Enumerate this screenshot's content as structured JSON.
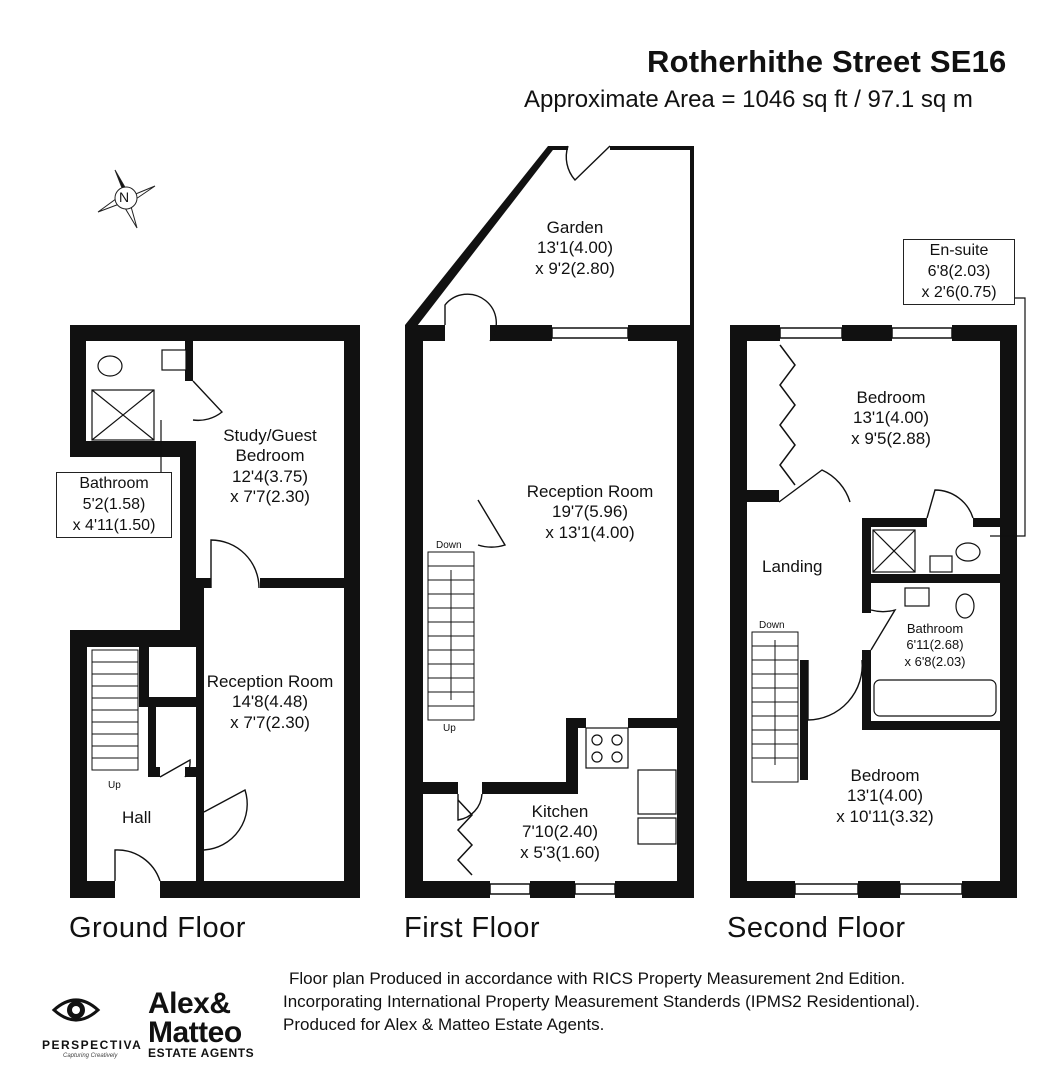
{
  "header": {
    "title": "Rotherhithe Street SE16",
    "subtitle": "Approximate Area = 1046 sq ft / 97.1 sq m"
  },
  "compass": {
    "label": "N",
    "icon": "north-arrow-icon"
  },
  "floors": {
    "ground": {
      "label": "Ground Floor",
      "rooms": {
        "bathroom": {
          "name": "Bathroom",
          "dim1": "5'2(1.58)",
          "dim2": "x 4'11(1.50)"
        },
        "study": {
          "name1": "Study/Guest",
          "name2": "Bedroom",
          "dim1": "12'4(3.75)",
          "dim2": "x 7'7(2.30)"
        },
        "reception": {
          "name": "Reception Room",
          "dim1": "14'8(4.48)",
          "dim2": "x 7'7(2.30)"
        },
        "hall": {
          "name": "Hall"
        }
      },
      "stairs_label": "Up"
    },
    "first": {
      "label": "First Floor",
      "rooms": {
        "garden": {
          "name": "Garden",
          "dim1": "13'1(4.00)",
          "dim2": "x 9'2(2.80)"
        },
        "reception": {
          "name": "Reception Room",
          "dim1": "19'7(5.96)",
          "dim2": "x 13'1(4.00)"
        },
        "kitchen": {
          "name": "Kitchen",
          "dim1": "7'10(2.40)",
          "dim2": "x 5'3(1.60)"
        }
      },
      "stairs_down": "Down",
      "stairs_up": "Up"
    },
    "second": {
      "label": "Second Floor",
      "rooms": {
        "ensuite": {
          "name": "En-suite",
          "dim1": "6'8(2.03)",
          "dim2": "x 2'6(0.75)"
        },
        "bedroom1": {
          "name": "Bedroom",
          "dim1": "13'1(4.00)",
          "dim2": "x 9'5(2.88)"
        },
        "landing": {
          "name": "Landing"
        },
        "bathroom": {
          "name": "Bathroom",
          "dim1": "6'11(2.68)",
          "dim2": "x 6'8(2.03)"
        },
        "bedroom2": {
          "name": "Bedroom",
          "dim1": "13'1(4.00)",
          "dim2": "x 10'11(3.32)"
        }
      },
      "stairs_down": "Down"
    }
  },
  "footer": {
    "line1": "Floor plan Produced in accordance with RICS Property Measurement 2nd Edition.",
    "line2": "Incorporating International Property Measurement Standerds (IPMS2  Residentional).",
    "line3": "Produced for Alex & Matteo Estate Agents."
  },
  "branding": {
    "perspectiva": "PERSPECTIVA",
    "perspectiva_tagline": "Capturing Creatively",
    "agent_line1": "Alex&",
    "agent_line2": "Matteo",
    "agent_sub": "ESTATE AGENTS"
  },
  "colors": {
    "wall": "#111111",
    "text": "#111111",
    "background": "#ffffff"
  }
}
